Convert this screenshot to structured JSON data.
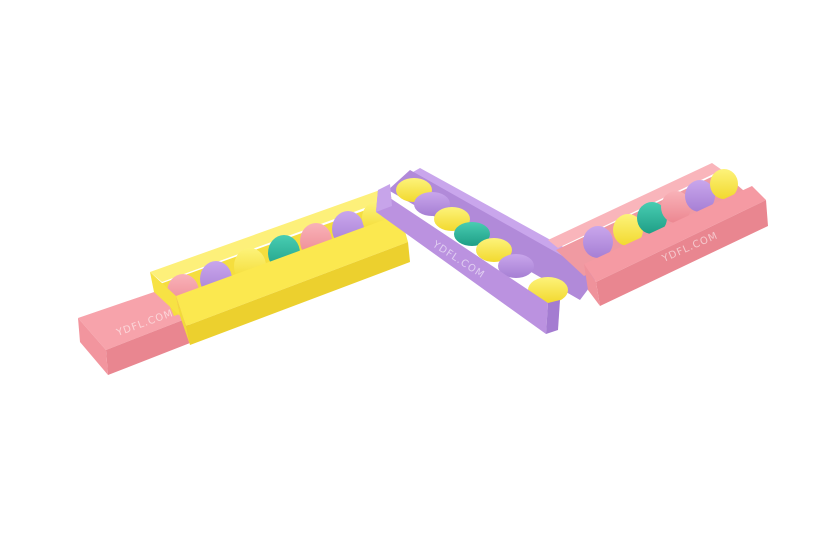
{
  "scene": {
    "description_colors": {
      "background": "#ffffff",
      "pink": "#f59aa3",
      "yellow": "#fbe84f",
      "purple": "#bb92e0",
      "teal": "#2bb59b"
    },
    "watermarks": [
      "YDFL.COM",
      "YDFL.COM",
      "YDFL.COM"
    ]
  }
}
